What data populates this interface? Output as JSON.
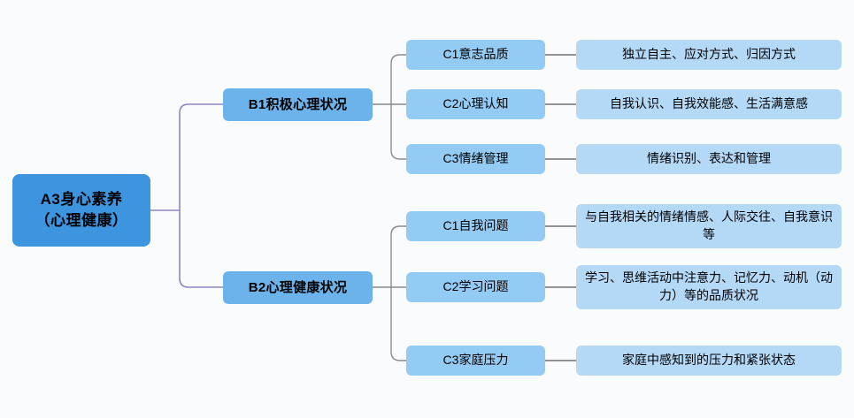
{
  "diagram": {
    "type": "mind-map",
    "orientation": "left-to-right",
    "background_color": "#fafbfc",
    "colors": {
      "root_fill": "#3d95e0",
      "level_b_fill": "#6cb3ec",
      "level_c_fill": "#94cbf5",
      "description_fill": "#b4d9f7",
      "root_connector": "#8b87bd",
      "branch_connector": "#8a8a8a",
      "text": "#000000"
    },
    "root": {
      "id": "A3",
      "label_line_1": "A3身心素养",
      "label_line_2": "（心理健康）",
      "label": "A3身心素养（心理健康）"
    },
    "branches": [
      {
        "id": "B1",
        "label": "B1积极心理状况",
        "children": [
          {
            "id": "B1-C1",
            "label": "C1意志品质",
            "description": "独立自主、应对方式、归因方式"
          },
          {
            "id": "B1-C2",
            "label": "C2心理认知",
            "description": "自我认识、自我效能感、生活满意感"
          },
          {
            "id": "B1-C3",
            "label": "C3情绪管理",
            "description": "情绪识别、表达和管理"
          }
        ]
      },
      {
        "id": "B2",
        "label": "B2心理健康状况",
        "children": [
          {
            "id": "B2-C1",
            "label": "C1自我问题",
            "description": "与自我相关的情绪情感、人际交往、自我意识等"
          },
          {
            "id": "B2-C2",
            "label": "C2学习问题",
            "description": "学习、思维活动中注意力、记忆力、动机（动力）等的品质状况"
          },
          {
            "id": "B2-C3",
            "label": "C3家庭压力",
            "description": "家庭中感知到的压力和紧张状态"
          }
        ]
      }
    ]
  }
}
